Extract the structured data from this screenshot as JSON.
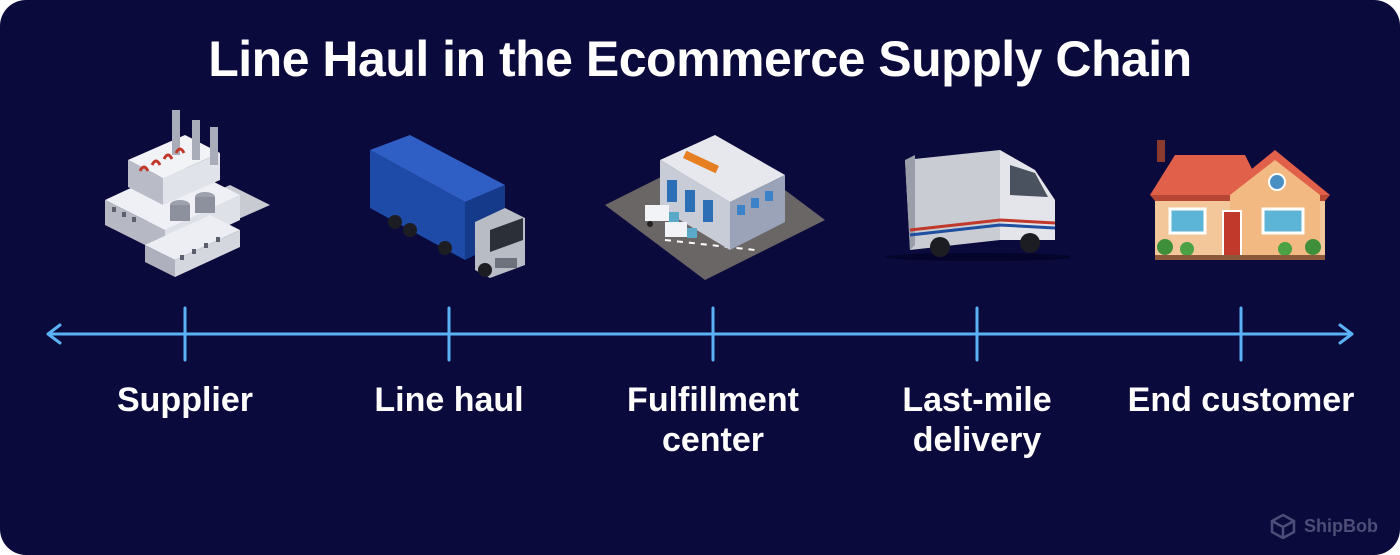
{
  "title": "Line Haul in the Ecommerce Supply Chain",
  "stages": [
    {
      "label": "Supplier",
      "icon": "factory-icon"
    },
    {
      "label": "Line haul",
      "icon": "semi-truck-icon"
    },
    {
      "label": "Fulfillment center",
      "icon": "warehouse-icon"
    },
    {
      "label": "Last-mile delivery",
      "icon": "delivery-van-icon"
    },
    {
      "label": "End customer",
      "icon": "house-icon"
    }
  ],
  "colors": {
    "background": "#0b0a3d",
    "timeline": "#5ab2f5",
    "text": "#ffffff"
  },
  "brand": {
    "name": "ShipBob"
  }
}
